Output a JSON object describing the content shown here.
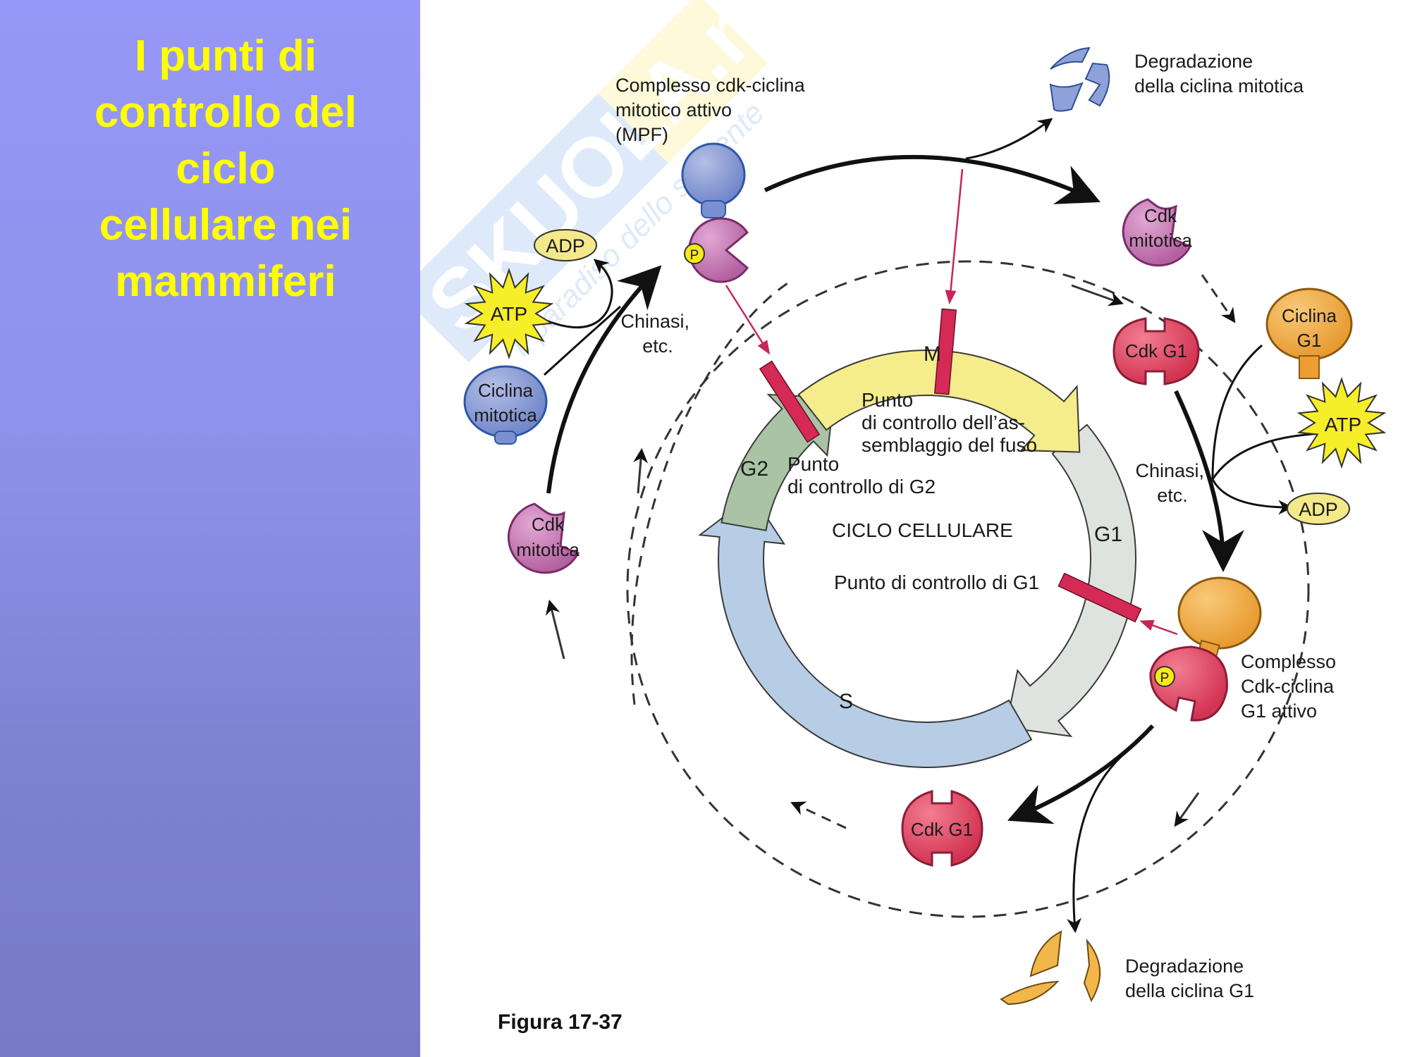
{
  "slide": {
    "title_lines": [
      "I punti di",
      "controllo del",
      "ciclo",
      "cellulare nei",
      "mammiferi"
    ]
  },
  "watermark": {
    "brand": "SKUOLA.net",
    "tagline": "il paradiso dello studente"
  },
  "diagram": {
    "center_label": "CICLO CELLULARE",
    "phases": [
      {
        "name": "M",
        "color": "#f5ec8c"
      },
      {
        "name": "G1",
        "color": "#dfe3df"
      },
      {
        "name": "S",
        "color": "#b7cde6"
      },
      {
        "name": "G2",
        "color": "#a9c3a4"
      }
    ],
    "checkpoints": {
      "g2": [
        "Punto",
        "di controllo di G2"
      ],
      "spindle": [
        "Punto",
        "di controllo dell’as-",
        "semblaggio del fuso"
      ],
      "g1": "Punto di controllo di G1"
    },
    "mpf_label": [
      "Complesso cdk-ciclina",
      "mitotico attivo",
      "(MPF)"
    ],
    "degr_mitotic_label": [
      "Degradazione",
      "della ciclina mitotica"
    ],
    "degr_g1_label": [
      "Degradazione",
      "della ciclina G1"
    ],
    "g1_complex_label": [
      "Complesso",
      "Cdk-ciclina",
      "G1 attivo"
    ],
    "cdk_mitotica": [
      "Cdk",
      "mitotica"
    ],
    "ciclina_mitotica": [
      "Ciclina",
      "mitotica"
    ],
    "ciclina_g1": [
      "Ciclina",
      "G1"
    ],
    "cdk_g1": "Cdk G1",
    "atp": "ATP",
    "adp": "ADP",
    "phosphate": "P",
    "kinase_label": [
      "Chinasi,",
      "etc."
    ],
    "figure_caption": "Figura 17-37",
    "colors": {
      "cdk_mitotic": "#c97bb5",
      "cyclin_mitotic": "#8e9fd6",
      "cdk_g1": "#e0455f",
      "cyclin_g1": "#f0a840",
      "checkpoint_bar": "#d42a55",
      "atp": "#f7ee2a",
      "adp": "#f4e98a"
    }
  }
}
